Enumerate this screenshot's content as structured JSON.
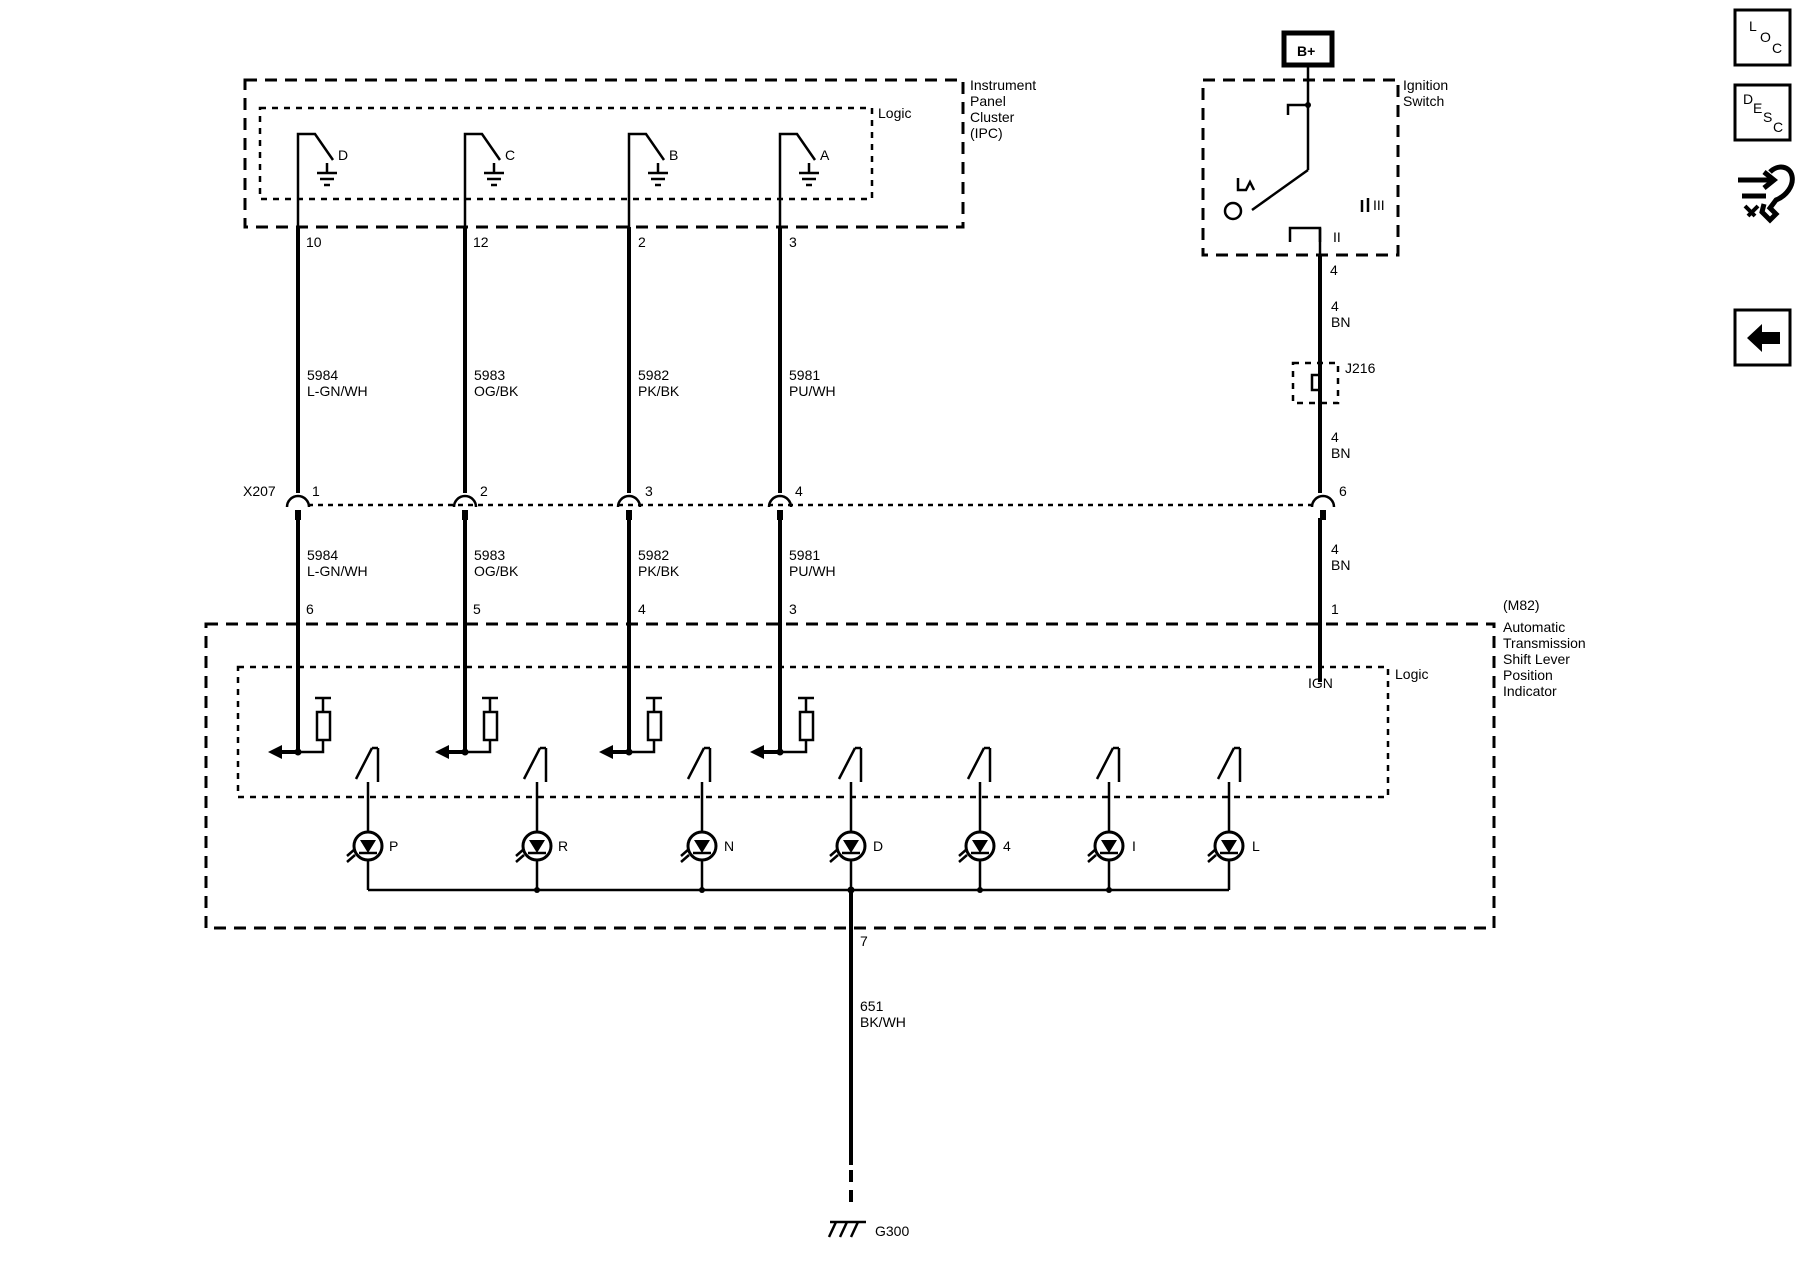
{
  "ipc": {
    "title_lines": [
      "Instrument",
      "Panel",
      "Cluster",
      "(IPC)"
    ],
    "logic_label": "Logic",
    "switch_letters": [
      "D",
      "C",
      "B",
      "A"
    ],
    "pins": [
      "10",
      "12",
      "2",
      "3"
    ]
  },
  "circuits": [
    {
      "circuit": "5984",
      "color": "L-GN/WH"
    },
    {
      "circuit": "5983",
      "color": "OG/BK"
    },
    {
      "circuit": "5982",
      "color": "PK/BK"
    },
    {
      "circuit": "5981",
      "color": "PU/WH"
    }
  ],
  "x207": {
    "label": "X207",
    "pins": [
      "1",
      "2",
      "3",
      "4",
      "6"
    ]
  },
  "indicator": {
    "code": "(M82)",
    "title_lines": [
      "Automatic",
      "Transmission",
      "Shift Lever",
      "Position",
      "Indicator"
    ],
    "logic_label": "Logic",
    "ign_label": "IGN",
    "pins": [
      "6",
      "5",
      "4",
      "3",
      "1"
    ],
    "ground_pin": "7",
    "led_labels": [
      "P",
      "R",
      "N",
      "D",
      "4",
      "I",
      "L"
    ]
  },
  "ignition": {
    "supply": "B+",
    "title_lines": [
      "Ignition",
      "Switch"
    ],
    "positions": [
      "III",
      "II"
    ],
    "pin": "4",
    "wire_gauge": "4",
    "wire_color": "BN",
    "splice": "J216"
  },
  "ground": {
    "circuit": "651",
    "color": "BK/WH",
    "label": "G300"
  },
  "nav": {
    "loc_letters": [
      "L",
      "O",
      "C"
    ],
    "desc_letters": [
      "D",
      "E",
      "S",
      "C"
    ]
  }
}
